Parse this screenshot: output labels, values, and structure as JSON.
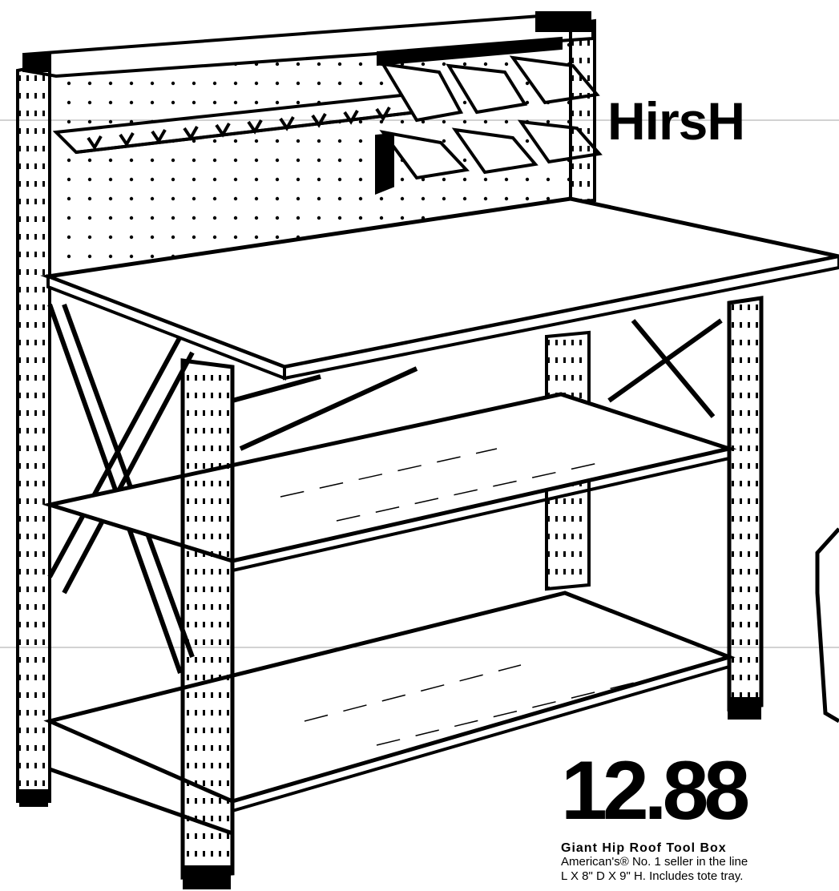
{
  "ad": {
    "brand": "HirsH",
    "price": "12.88",
    "product_title": "Giant Hip Roof Tool Box",
    "description_line1": "American's® No. 1 seller in the line",
    "description_line2": "L X 8\" D X 9\" H. Includes tote tray."
  },
  "illustration": {
    "subject": "steel workbench with pegboard, hooks, bin rack and two lower shelves",
    "ink_color": "#000000",
    "paper_color": "#ffffff"
  }
}
